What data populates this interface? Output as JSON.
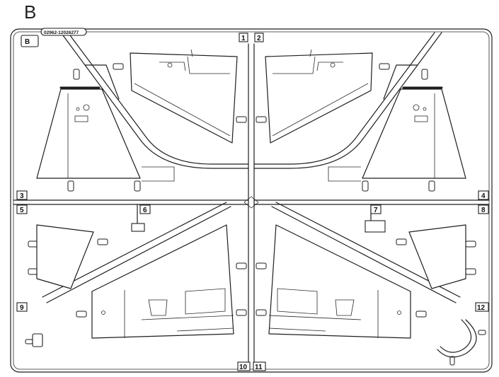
{
  "sheet_letter": "B",
  "sprue_tag": "B",
  "sprue_code": "02962-12026277",
  "part_numbers": [
    {
      "id": "p1",
      "label": "1"
    },
    {
      "id": "p2",
      "label": "2"
    },
    {
      "id": "p3",
      "label": "3"
    },
    {
      "id": "p4",
      "label": "4"
    },
    {
      "id": "p5",
      "label": "5"
    },
    {
      "id": "p6",
      "label": "6"
    },
    {
      "id": "p7",
      "label": "7"
    },
    {
      "id": "p8",
      "label": "8"
    },
    {
      "id": "p9",
      "label": "9"
    },
    {
      "id": "p10",
      "label": "10"
    },
    {
      "id": "p11",
      "label": "11"
    },
    {
      "id": "p12",
      "label": "12"
    }
  ]
}
